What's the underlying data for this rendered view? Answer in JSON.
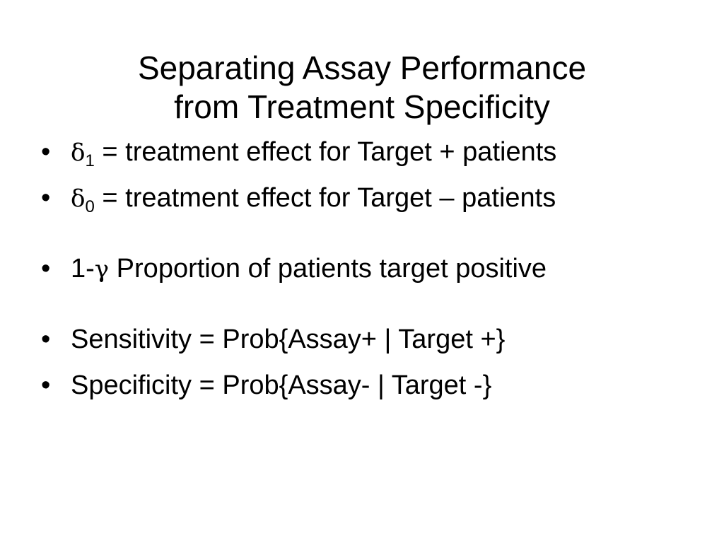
{
  "slide": {
    "title_line1": "Separating Assay Performance",
    "title_line2": "from Treatment Specificity",
    "bullet_char": "•",
    "items": [
      {
        "symbol": "δ",
        "subscript": "1",
        "text": " = treatment effect for Target + patients"
      },
      {
        "symbol": "δ",
        "subscript": "0",
        "text": " = treatment effect for Target – patients"
      },
      {
        "prefix": "1-",
        "symbol": "γ",
        "text": " Proportion of patients target positive"
      },
      {
        "text": "Sensitivity = Prob{Assay+ | Target +}"
      },
      {
        "text": "Specificity = Prob{Assay- | Target -}"
      }
    ]
  }
}
